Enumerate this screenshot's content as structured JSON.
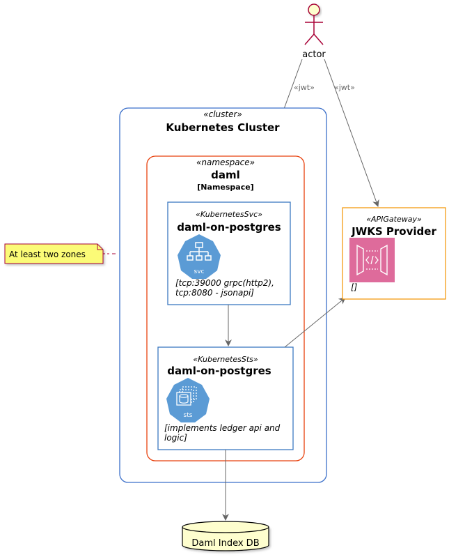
{
  "actor": {
    "label": "actor"
  },
  "edges": {
    "actor_to_svc": "«jwt»",
    "actor_to_gateway": "«jwt»"
  },
  "cluster": {
    "stereotype": "«cluster»",
    "title": "Kubernetes Cluster"
  },
  "namespace": {
    "stereotype": "«namespace»",
    "title": "daml",
    "type": "[Namespace]"
  },
  "service": {
    "stereotype": "«KubernetesSvc»",
    "title": "daml-on-postgres",
    "icon_label": "svc",
    "icon": "kubernetes-svc-icon",
    "desc_line1": "[tcp:39000 grpc(http2),",
    "desc_line2": "tcp:8080 - jsonapi]"
  },
  "statefulset": {
    "stereotype": "«KubernetesSts»",
    "title": "daml-on-postgres",
    "icon_label": "sts",
    "icon": "kubernetes-sts-icon",
    "desc_line1": "[implements ledger api and",
    "desc_line2": "logic]"
  },
  "gateway": {
    "stereotype": "«APIGateway»",
    "title": "JWKS Provider",
    "icon": "api-gateway-icon",
    "desc": "[]"
  },
  "note": {
    "text": "At least two zones"
  },
  "database": {
    "label": "Daml Index DB"
  },
  "colors": {
    "cluster_border": "#3b6fc9",
    "namespace_border": "#e8420e",
    "node_border": "#3c78c1",
    "gateway_border": "#f39c12",
    "k8s_icon": "#5b9bd5",
    "gateway_icon": "#de6b9b",
    "note_fill": "#fbfb77",
    "db_fill": "#fefece",
    "actor_fill": "#fefece",
    "actor_stroke": "#a80036"
  }
}
